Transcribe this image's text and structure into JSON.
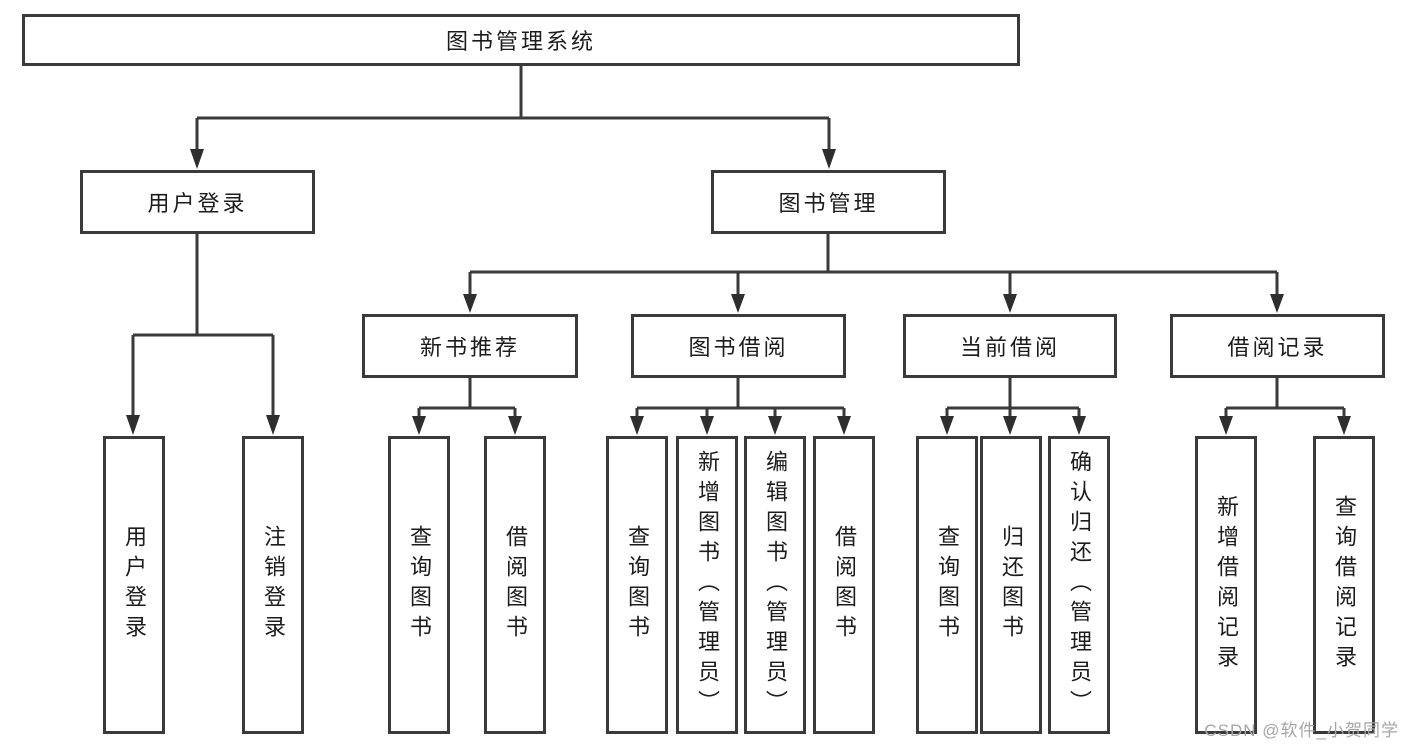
{
  "diagram": {
    "root": {
      "label": "图书管理系统"
    },
    "level2": [
      {
        "label": "用户登录"
      },
      {
        "label": "图书管理"
      }
    ],
    "level3": [
      {
        "label": "新书推荐"
      },
      {
        "label": "图书借阅"
      },
      {
        "label": "当前借阅"
      },
      {
        "label": "借阅记录"
      }
    ],
    "leaves": {
      "user_login": [
        "用户登录",
        "注销登录"
      ],
      "new_book": [
        "查询图书",
        "借阅图书"
      ],
      "book_borrow": [
        "查询图书",
        "新增图书（管理员）",
        "编辑图书（管理员）",
        "借阅图书"
      ],
      "current_borrow": [
        "查询图书",
        "归还图书",
        "确认归还（管理员）"
      ],
      "borrow_record": [
        "新增借阅记录",
        "查询借阅记录"
      ]
    },
    "colors": {
      "line": "#3a3a3a",
      "border": "#3a3a3a",
      "text": "#1c1c1c",
      "watermark": "#a6a6a6"
    },
    "watermark": "CSDN @软件_小贺同学"
  }
}
